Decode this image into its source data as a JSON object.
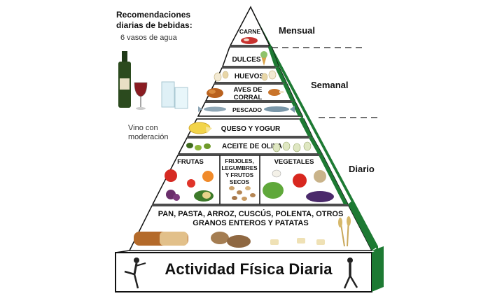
{
  "drinks": {
    "title": "Recomendaciones diarias de bebidas:",
    "water": "6 vasos de agua",
    "wine": "Vino con moderación"
  },
  "frequency": {
    "monthly": "Mensual",
    "weekly": "Semanal",
    "daily": "Diario"
  },
  "tiers": {
    "meat": "CARNE",
    "sweets": "DULCES",
    "eggs": "HUEVOS",
    "poultry_line1": "AVES DE",
    "poultry_line2": "CORRAL",
    "fish": "PESCADO",
    "cheese": "QUESO Y YOGUR",
    "oil": "ACEITE DE OLIVA",
    "fruits": "FRUTAS",
    "legumes_line1": "FRIJOLES,",
    "legumes_line2": "LEGUMBRES",
    "legumes_line3": "Y FRUTOS",
    "legumes_line4": "SECOS",
    "vegetables": "VEGETALES",
    "grains_line1": "PAN, PASTA, ARROZ, CUSCÚS, POLENTA, OTROS",
    "grains_line2": "GRANOS ENTEROS Y PATATAS"
  },
  "base": {
    "label": "Actividad Física Diaria"
  },
  "colors": {
    "pyramid_side": "#1d7a33",
    "outline": "#111111",
    "fill": "#ffffff"
  }
}
